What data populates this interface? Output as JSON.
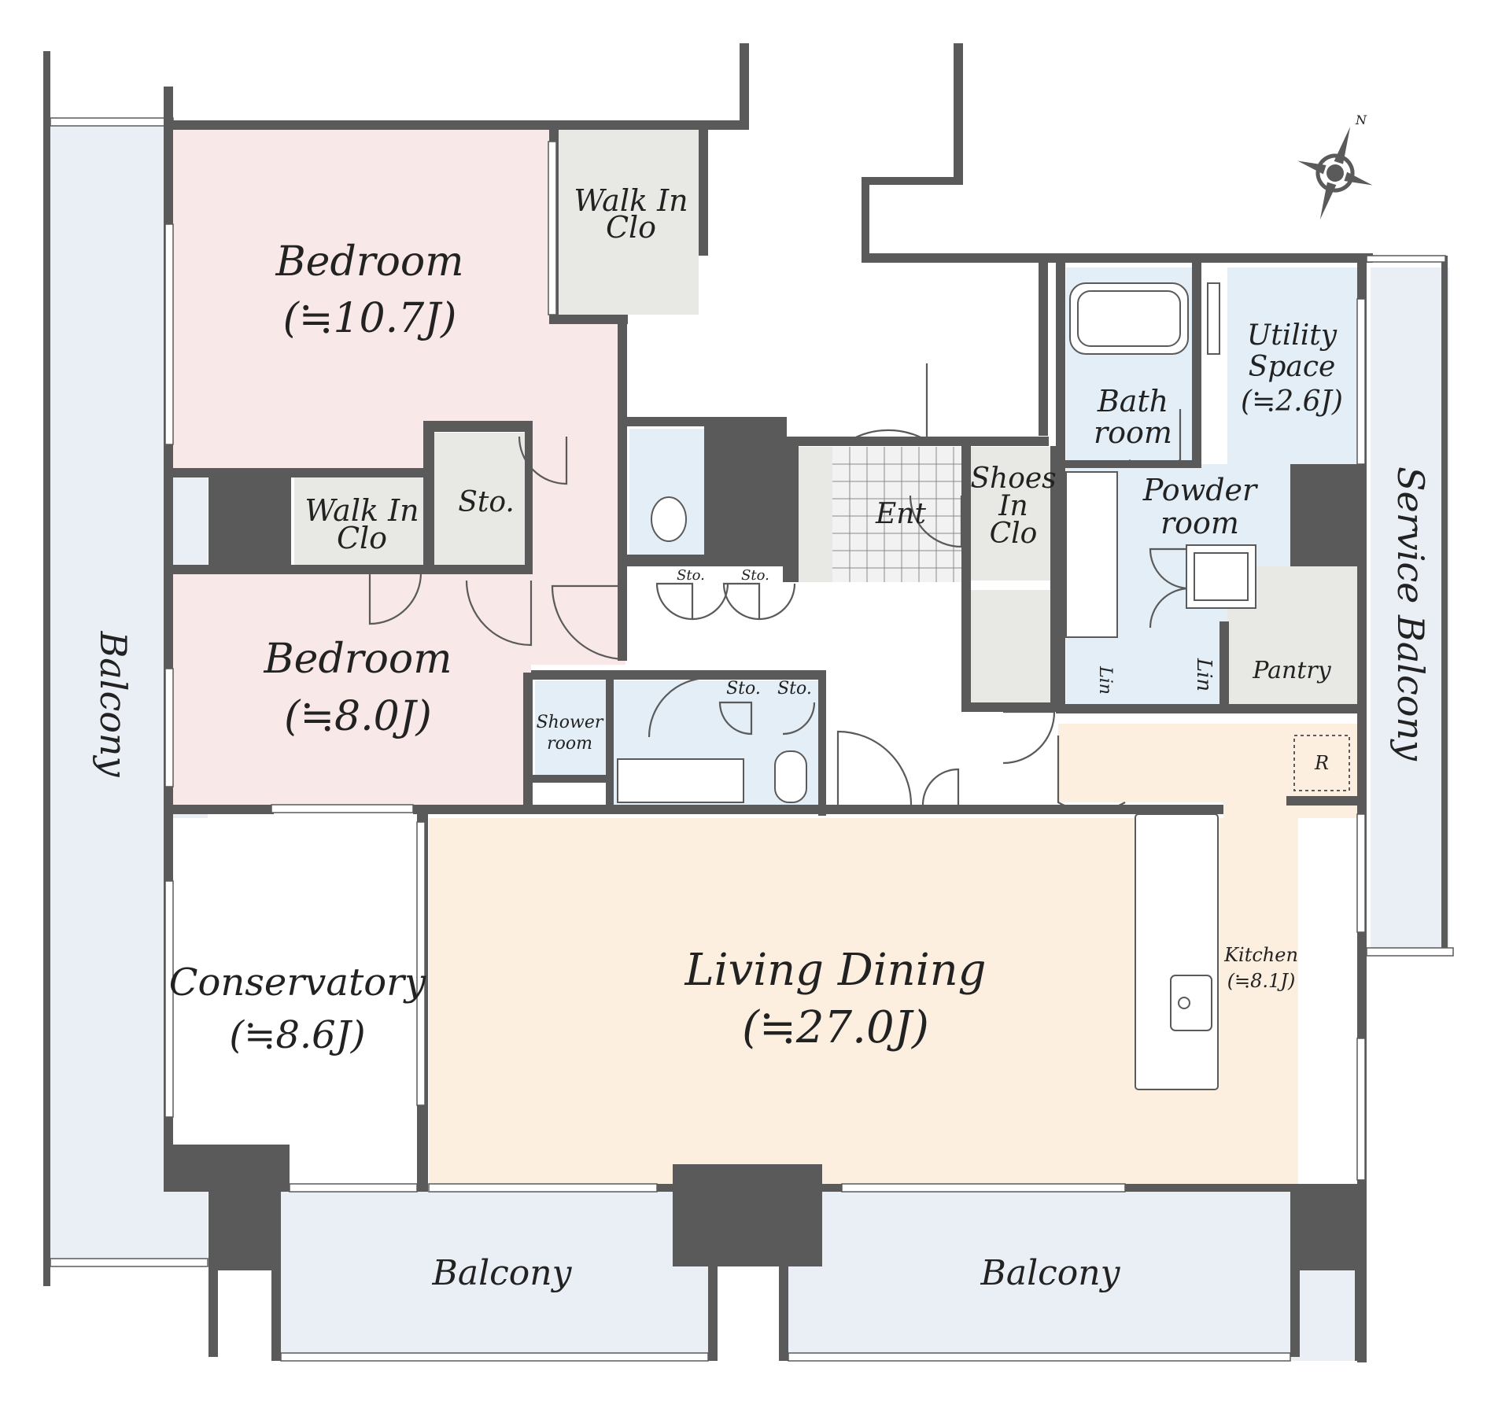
{
  "colors": {
    "wall": "#5a5a5a",
    "bedroom": "#f8e8e8",
    "closet": "#e8e8e4",
    "wet": "#e3eef6",
    "living": "#fcefe0",
    "balcony": "#eaeff5"
  },
  "rooms": {
    "bedroom1_name": "Bedroom",
    "bedroom1_size": "(≒10.7J)",
    "walkin1_line1": "Walk In",
    "walkin1_line2": "Clo",
    "walkin2_line1": "Walk In",
    "walkin2_line2": "Clo",
    "sto_main": "Sto.",
    "bedroom2_name": "Bedroom",
    "bedroom2_size": "(≒8.0J)",
    "conservatory_name": "Conservatory",
    "conservatory_size": "(≒8.6J)",
    "living_name": "Living Dining",
    "living_size": "(≒27.0J)",
    "kitchen_name": "Kitchen",
    "kitchen_size": "(≒8.1J)",
    "ent": "Ent",
    "shoes_line1": "Shoes",
    "shoes_line2": "In",
    "shoes_line3": "Clo",
    "bath_line1": "Bath",
    "bath_line2": "room",
    "utility_line1": "Utility",
    "utility_line2": "Space",
    "utility_size": "(≒2.6J)",
    "powder_line1": "Powder",
    "powder_line2": "room",
    "pantry": "Pantry",
    "lin1": "Lin",
    "lin2": "Lin",
    "refrigerator": "R",
    "shower_line1": "Shower",
    "shower_line2": "room",
    "sto_a": "Sto.",
    "sto_b": "Sto.",
    "sto_c": "Sto.",
    "sto_d": "Sto."
  },
  "balconies": {
    "west": "Balcony",
    "south_left": "Balcony",
    "south_right": "Balcony",
    "service": "Service Balcony"
  },
  "compass": {
    "north_label": "N",
    "icon": "compass-rose-icon"
  }
}
